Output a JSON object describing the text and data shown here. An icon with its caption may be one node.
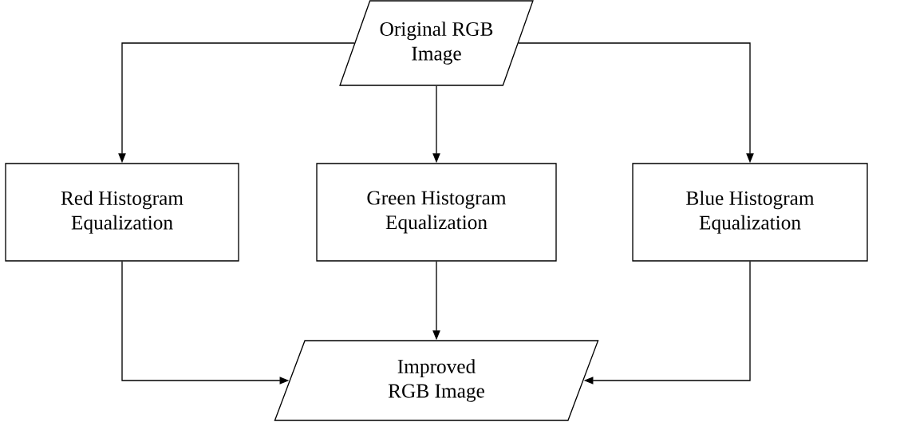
{
  "diagram": {
    "nodes": [
      {
        "text": [
          "Original RGB Image"
        ]
      },
      {
        "text": [
          "Red Histogram Equalization"
        ]
      },
      {
        "text": [
          "Green Histogram Equalization"
        ]
      },
      {
        "text": [
          "Blue Histogram Equalization"
        ]
      },
      {
        "text": [
          "Improved RGB Image"
        ]
      }
    ],
    "edges": [
      {
        "from": 0,
        "to": 1,
        "arrow": "to"
      },
      {
        "from": 0,
        "to": 2,
        "arrow": "to"
      },
      {
        "from": 0,
        "to": 3,
        "arrow": "to"
      },
      {
        "from": 1,
        "to": 4,
        "arrow": "to"
      },
      {
        "from": 2,
        "to": 4,
        "arrow": "to"
      },
      {
        "from": 3,
        "to": 4,
        "arrow": "to"
      }
    ]
  }
}
